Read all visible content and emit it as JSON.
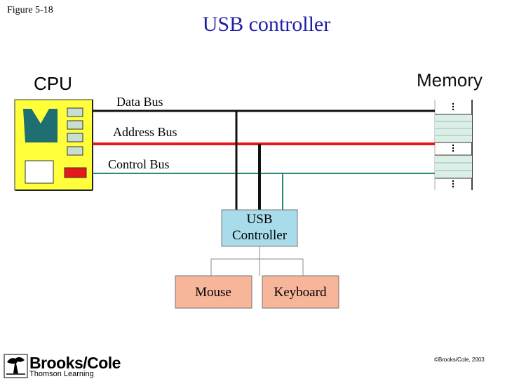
{
  "figure_label": "Figure 5-18",
  "title": "USB controller",
  "labels": {
    "cpu": "CPU",
    "memory": "Memory",
    "data_bus": "Data Bus",
    "address_bus": "Address Bus",
    "control_bus": "Control Bus",
    "usb_line1": "USB",
    "usb_line2": "Controller",
    "mouse": "Mouse",
    "keyboard": "Keyboard"
  },
  "footer": {
    "brand": "Brooks/Cole",
    "brand_sub": "Thomson Learning",
    "copyright": "©Brooks/Cole, 2003"
  },
  "colors": {
    "title": "#1f1fa8",
    "address_bus": "#e41a1a",
    "control_bus": "#2e8b7a",
    "cpu_fill": "#ffff3c",
    "usb_fill": "#a8dcea",
    "device_fill": "#f7b69a",
    "alu": "#1f6e72",
    "status": "#e41a1a"
  },
  "icons": {
    "memory_dots": "vertical-ellipsis",
    "logo": "tree-logo"
  }
}
